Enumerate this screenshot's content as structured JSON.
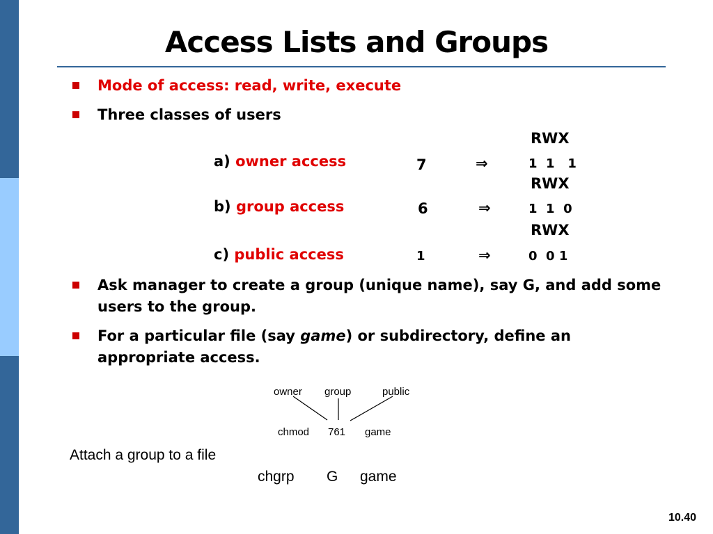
{
  "title": "Access Lists and Groups",
  "bullets": [
    {
      "text": "Mode of access:  read, write, execute"
    },
    {
      "text": "Three classes of users"
    },
    {
      "line1": "Ask manager to create a group (unique name), say G, and add some",
      "line2": "users to the group."
    },
    {
      "pre": "For a particular file (say ",
      "em": "game",
      "post": ") or subdirectory, define an",
      "line2": "appropriate access."
    }
  ],
  "classes": [
    {
      "prefix": "a)",
      "name": "owner access",
      "num": "7",
      "arrow": "⇒",
      "header": "RWX",
      "bits": "1  1   1"
    },
    {
      "prefix": "b)",
      "name": "group access",
      "num": "6",
      "arrow": "⇒",
      "header": "RWX",
      "bits": "1  1  0"
    },
    {
      "prefix": "c)",
      "name": "public access",
      "num": "1",
      "arrow": "⇒",
      "header": "RWX",
      "bits": "0  0 1"
    }
  ],
  "diagram": {
    "labels": [
      "owner",
      "group",
      "public"
    ],
    "command": [
      "chmod",
      "761",
      "game"
    ]
  },
  "attach": {
    "text": "Attach a group to a file",
    "command": [
      "chgrp",
      "G",
      "game"
    ]
  },
  "page_number": "10.40"
}
